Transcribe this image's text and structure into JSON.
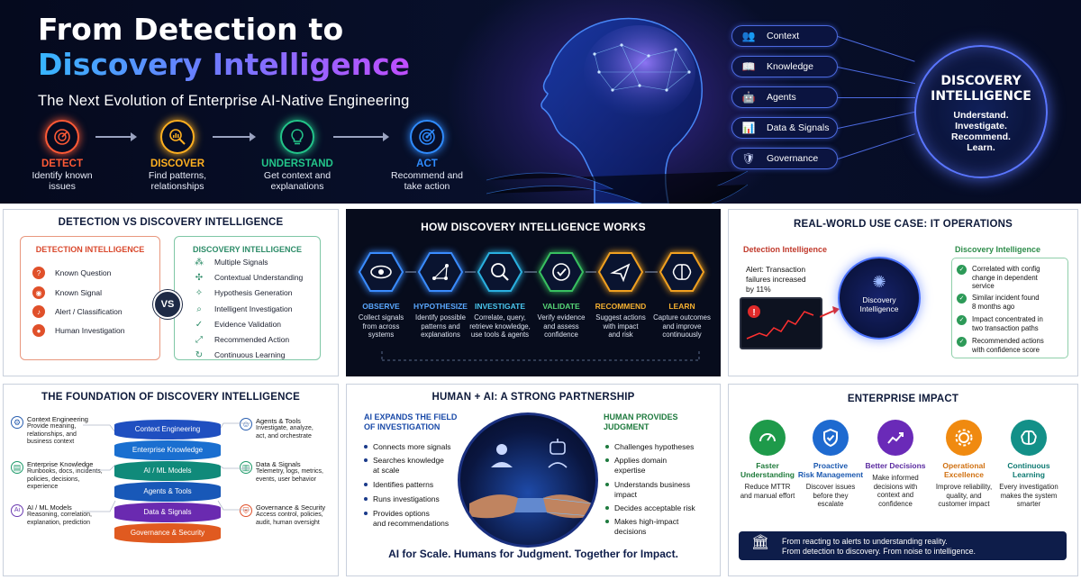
{
  "hero": {
    "title_line1": "From Detection to",
    "title_line2": "Discovery Intelligence",
    "subtitle": "The Next Evolution of Enterprise AI-Native Engineering",
    "steps": [
      {
        "name": "DETECT",
        "desc_l1": "Identify known",
        "desc_l2": "issues",
        "color": "#ff5a36",
        "icon": "radar-icon"
      },
      {
        "name": "DISCOVER",
        "desc_l1": "Find patterns,",
        "desc_l2": "relationships",
        "color": "#ffb020",
        "icon": "magnifier-chart-icon"
      },
      {
        "name": "UNDERSTAND",
        "desc_l1": "Get context and",
        "desc_l2": "explanations",
        "color": "#23c58a",
        "icon": "lightbulb-icon"
      },
      {
        "name": "ACT",
        "desc_l1": "Recommend and",
        "desc_l2": "take action",
        "color": "#2f8cff",
        "icon": "target-icon"
      }
    ],
    "pills": [
      {
        "label": "Context",
        "icon": "people-icon",
        "glyph": "👥"
      },
      {
        "label": "Knowledge",
        "icon": "book-icon",
        "glyph": "📖"
      },
      {
        "label": "Agents",
        "icon": "robot-icon",
        "glyph": "🤖"
      },
      {
        "label": "Data & Signals",
        "icon": "bar-chart-icon",
        "glyph": "📊"
      },
      {
        "label": "Governance",
        "icon": "shield-icon",
        "glyph": "🛡"
      }
    ],
    "circle_title_l1": "DISCOVERY",
    "circle_title_l2": "INTELLIGENCE",
    "circle_sub": [
      "Understand.",
      "Investigate.",
      "Recommend.",
      "Learn."
    ]
  },
  "detection_vs": {
    "title": "DETECTION VS DISCOVERY INTELLIGENCE",
    "left_title": "DETECTION INTELLIGENCE",
    "left_items": [
      "Known Question",
      "Known Signal",
      "Alert / Classification",
      "Human Investigation"
    ],
    "vs": "VS",
    "right_title": "DISCOVERY INTELLIGENCE",
    "right_items": [
      "Multiple Signals",
      "Contextual Understanding",
      "Hypothesis Generation",
      "Intelligent Investigation",
      "Evidence Validation",
      "Recommended Action",
      "Continuous Learning"
    ]
  },
  "how_works": {
    "title": "HOW DISCOVERY INTELLIGENCE WORKS",
    "steps": [
      {
        "name": "OBSERVE",
        "desc": [
          "Collect signals",
          "from across",
          "systems"
        ],
        "color": "#3a8cff",
        "icon": "eye-icon"
      },
      {
        "name": "HYPOTHESIZE",
        "desc": [
          "Identify possible",
          "patterns and",
          "explanations"
        ],
        "color": "#3a8cff",
        "icon": "network-icon"
      },
      {
        "name": "INVESTIGATE",
        "desc": [
          "Correlate, query,",
          "retrieve knowledge,",
          "use tools & agents"
        ],
        "color": "#2ab0e0",
        "icon": "search-icon"
      },
      {
        "name": "VALIDATE",
        "desc": [
          "Verify evidence",
          "and assess",
          "confidence"
        ],
        "color": "#38c060",
        "icon": "check-icon"
      },
      {
        "name": "RECOMMEND",
        "desc": [
          "Suggest actions",
          "with impact",
          "and risk"
        ],
        "color": "#f0a020",
        "icon": "paper-plane-icon"
      },
      {
        "name": "LEARN",
        "desc": [
          "Capture outcomes",
          "and improve",
          "continuously"
        ],
        "color": "#f0a020",
        "icon": "brain-icon"
      }
    ]
  },
  "use_case": {
    "title": "REAL-WORLD USE CASE: IT OPERATIONS",
    "detection_head": "Detection Intelligence",
    "discovery_head": "Discovery Intelligence",
    "alert": [
      "Alert: Transaction",
      "failures increased",
      "by 11%"
    ],
    "circle": [
      "Discovery",
      "Intelligence"
    ],
    "items": [
      [
        "Correlated with config",
        "change in dependent",
        "service"
      ],
      [
        "Similar incident found",
        "8 months ago"
      ],
      [
        "Impact concentrated in",
        "two transaction paths"
      ],
      [
        "Recommended actions",
        "with confidence score"
      ]
    ]
  },
  "foundation": {
    "title": "THE FOUNDATION OF DISCOVERY INTELLIGENCE",
    "left": [
      {
        "name": "Context Engineering",
        "desc": [
          "Provide meaning,",
          "relationships, and",
          "business context"
        ],
        "icon": "gear-network-icon",
        "glyph": "⚙",
        "color": "#2a5fb0"
      },
      {
        "name": "Enterprise Knowledge",
        "desc": [
          "Runbooks, docs, incidents,",
          "policies, decisions,",
          "experience"
        ],
        "icon": "book-icon",
        "glyph": "▤",
        "color": "#1e9a6a"
      },
      {
        "name": "AI / ML Models",
        "desc": [
          "Reasoning, correlation,",
          "explanation, prediction"
        ],
        "icon": "ai-chip-icon",
        "glyph": "Ai",
        "color": "#6a3ab0"
      }
    ],
    "right": [
      {
        "name": "Agents & Tools",
        "desc": [
          "Investigate, analyze,",
          "act, and orchestrate"
        ],
        "icon": "agent-icon",
        "glyph": "☺",
        "color": "#2a5fb0"
      },
      {
        "name": "Data & Signals",
        "desc": [
          "Telemetry, logs, metrics,",
          "events, user behavior"
        ],
        "icon": "bar-chart-icon",
        "glyph": "▥",
        "color": "#1e9a6a"
      },
      {
        "name": "Governance & Security",
        "desc": [
          "Access control, policies,",
          "audit, human oversight"
        ],
        "icon": "shield-icon",
        "glyph": "⛨",
        "color": "#e0502a"
      }
    ],
    "stack": [
      {
        "label": "Context Engineering",
        "color": "#1f4fc0"
      },
      {
        "label": "Enterprise Knowledge",
        "color": "#1a6fd0"
      },
      {
        "label": "AI / ML Models",
        "color": "#108a7a"
      },
      {
        "label": "Agents & Tools",
        "color": "#1858b8"
      },
      {
        "label": "Data & Signals",
        "color": "#6a2ab0"
      },
      {
        "label": "Governance & Security",
        "color": "#e05a20"
      }
    ]
  },
  "partnership": {
    "title": "HUMAN + AI: A STRONG PARTNERSHIP",
    "ai_title": [
      "AI EXPANDS THE FIELD",
      "OF INVESTIGATION"
    ],
    "ai_items": [
      [
        "Connects more signals"
      ],
      [
        "Searches knowledge",
        "at scale"
      ],
      [
        "Identifies patterns"
      ],
      [
        "Runs investigations"
      ],
      [
        "Provides options",
        "and recommendations"
      ]
    ],
    "human_title": [
      "HUMAN PROVIDES",
      "JUDGMENT"
    ],
    "human_items": [
      [
        "Challenges hypotheses"
      ],
      [
        "Applies domain",
        "expertise"
      ],
      [
        "Understands business",
        "impact"
      ],
      [
        "Decides acceptable risk"
      ],
      [
        "Makes high-impact",
        "decisions"
      ]
    ],
    "tagline": "AI for Scale. Humans for Judgment. Together for Impact."
  },
  "impact": {
    "title": "ENTERPRISE IMPACT",
    "items": [
      {
        "name": [
          "Faster",
          "Understanding"
        ],
        "desc": [
          "Reduce MTTR",
          "and manual effort"
        ],
        "color": "#1e9a4a",
        "icon": "speedometer-icon",
        "glyph": "◔"
      },
      {
        "name": [
          "Proactive",
          "Risk Management"
        ],
        "desc": [
          "Discover issues",
          "before they",
          "escalate"
        ],
        "color": "#1e6ad0",
        "icon": "shield-check-icon",
        "glyph": "✔"
      },
      {
        "name": [
          "Better Decisions"
        ],
        "desc": [
          "Make informed",
          "decisions with",
          "context and",
          "confidence"
        ],
        "color": "#6a2ab8",
        "icon": "trend-chart-icon",
        "glyph": "📈"
      },
      {
        "name": [
          "Operational",
          "Excellence"
        ],
        "desc": [
          "Improve reliability,",
          "quality, and",
          "customer impact"
        ],
        "color": "#f08a10",
        "icon": "gear-icon",
        "glyph": "⚙"
      },
      {
        "name": [
          "Continuous",
          "Learning"
        ],
        "desc": [
          "Every investigation",
          "makes the system",
          "smarter"
        ],
        "color": "#139088",
        "icon": "brain-icon",
        "glyph": "✺"
      }
    ],
    "name_colors": [
      "#1e7a3a",
      "#1a58b0",
      "#5a2aa0",
      "#d07010",
      "#0e7a72"
    ],
    "banner": [
      "From reacting to alerts to understanding reality.",
      "From detection to discovery. From noise to intelligence."
    ]
  }
}
